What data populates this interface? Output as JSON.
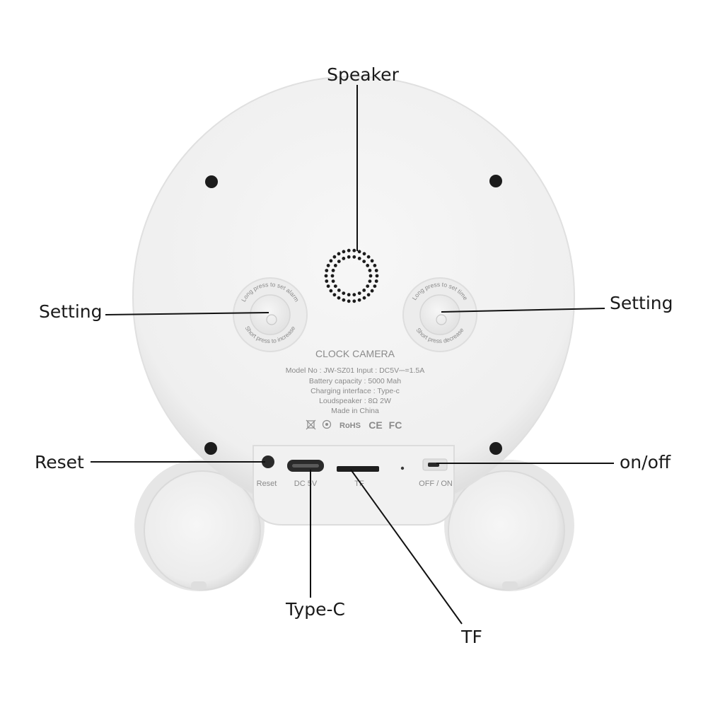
{
  "callouts": {
    "speaker": "Speaker",
    "setting_left": "Setting",
    "setting_right": "Setting",
    "reset": "Reset",
    "onoff": "on/off",
    "type_c": "Type-C",
    "tf": "TF"
  },
  "device": {
    "title": "CLOCK CAMERA",
    "spec_lines": [
      "Model No : JW-SZ01  Input : DC5V⎓=1.5A",
      "Battery capacity : 5000 Mah",
      "Charging interface : Type-c",
      "Loudspeaker : 8Ω 2W",
      "Made in China"
    ],
    "cert_marks": [
      "RoHS",
      "CE",
      "FC"
    ],
    "button_left": {
      "top_text": "Long press to set alarm",
      "bottom_text": "Short press to increase"
    },
    "button_right": {
      "top_text": "Long press to set time",
      "bottom_text": "Short press decrease"
    },
    "port_labels": {
      "reset": "Reset",
      "dc": "DC 5V",
      "tf": "TF",
      "switch": "OFF / ON"
    }
  },
  "colors": {
    "body": "#f4f4f4",
    "shadow": "#d9d9d9",
    "line": "#111111",
    "dots": "#1c1c1c"
  }
}
